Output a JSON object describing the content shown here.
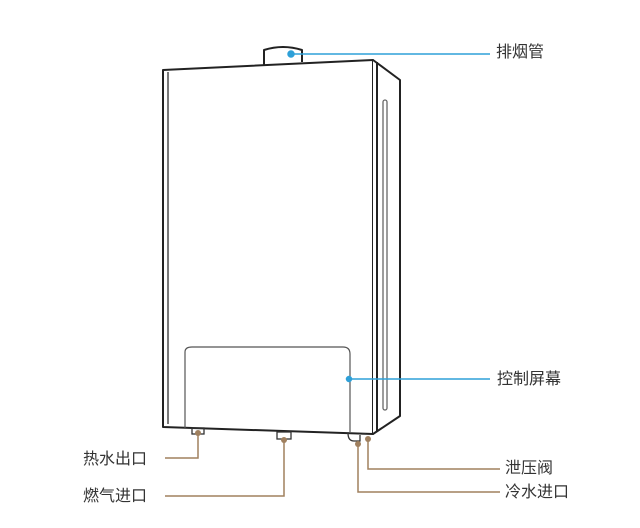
{
  "labels": {
    "flue_pipe": "排烟管",
    "control_screen": "控制屏幕",
    "hot_water_outlet": "热水出口",
    "gas_inlet": "燃气进口",
    "pressure_relief_valve": "泄压阀",
    "cold_water_inlet": "冷水进口"
  },
  "colors": {
    "top_callout": "#2ea0d8",
    "bottom_callout": "#a0805f",
    "outline": "#222222"
  }
}
